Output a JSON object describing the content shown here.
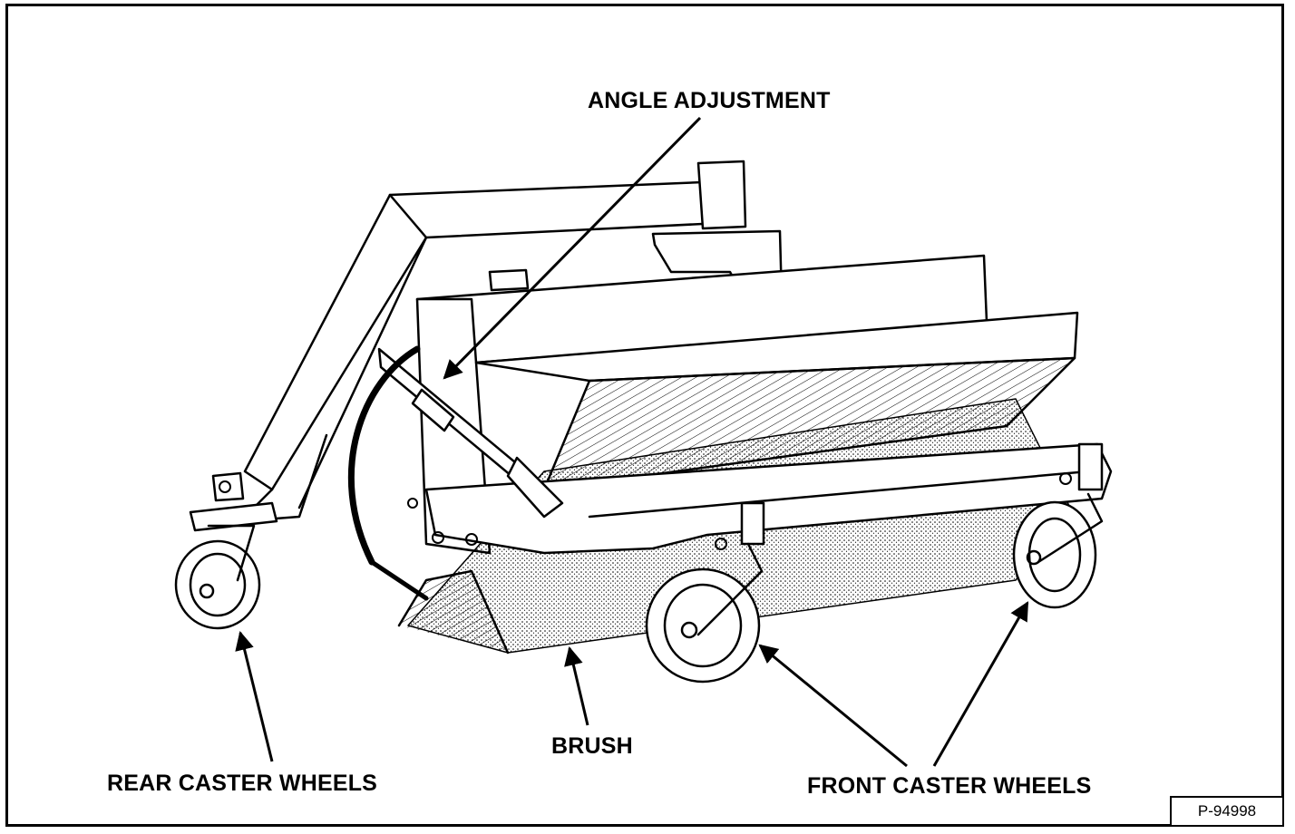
{
  "labels": {
    "angle_adjustment": "ANGLE ADJUSTMENT",
    "brush": "BRUSH",
    "rear_caster_wheels": "REAR CASTER WHEELS",
    "front_caster_wheels": "FRONT CASTER WHEELS"
  },
  "figure_id": "P-94998",
  "colors": {
    "line": "#000000",
    "background": "#ffffff"
  }
}
